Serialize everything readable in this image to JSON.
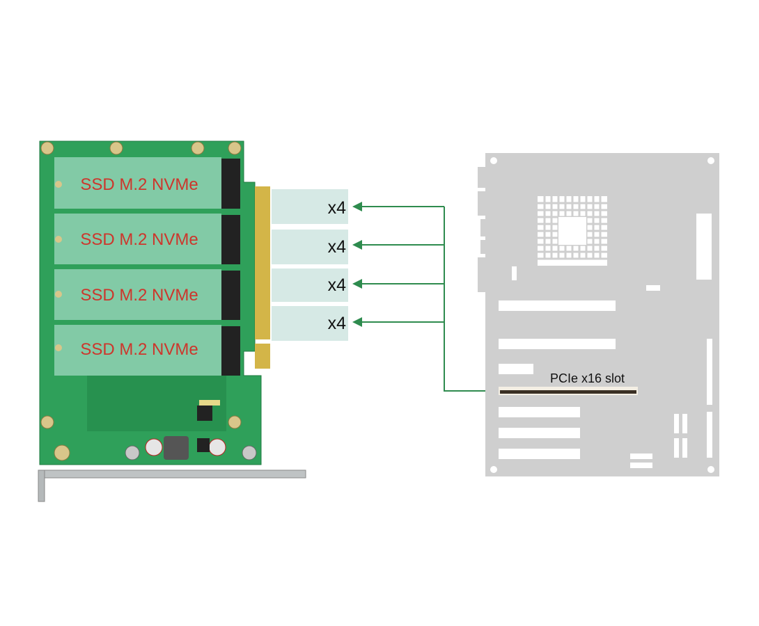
{
  "card": {
    "ssd_slots": [
      {
        "label": "SSD M.2 NVMe"
      },
      {
        "label": "SSD M.2 NVMe"
      },
      {
        "label": "SSD M.2 NVMe"
      },
      {
        "label": "SSD M.2 NVMe"
      }
    ]
  },
  "lanes": [
    {
      "label": "x4"
    },
    {
      "label": "x4"
    },
    {
      "label": "x4"
    },
    {
      "label": "x4"
    }
  ],
  "motherboard": {
    "slot_label": "PCIe x16 slot"
  },
  "colors": {
    "pcb": "#2fa05a",
    "ssd_overlay": "#9fd8c0",
    "ssd_text": "#d42a22",
    "lane_box": "#d6e9e5",
    "arrow": "#2e8b4e",
    "board": "#cfcfcf"
  }
}
